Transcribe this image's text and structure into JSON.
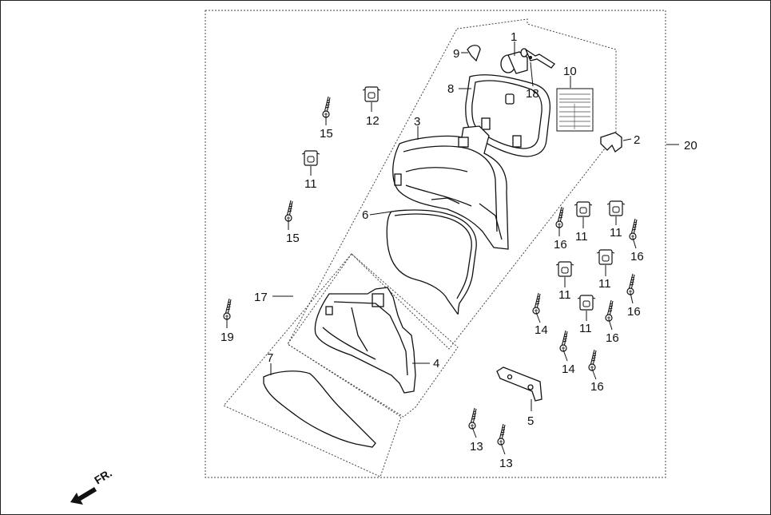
{
  "labels": {
    "p1": "1",
    "p2": "2",
    "p3": "3",
    "p4": "4",
    "p5": "5",
    "p6": "6",
    "p7": "7",
    "p8": "8",
    "p9": "9",
    "p10": "10",
    "p11a": "11",
    "p11b": "11",
    "p11c": "11",
    "p11d": "11",
    "p11e": "11",
    "p11f": "11",
    "p12": "12",
    "p13a": "13",
    "p13b": "13",
    "p14a": "14",
    "p14b": "14",
    "p15a": "15",
    "p15b": "15",
    "p16a": "16",
    "p16b": "16",
    "p16c": "16",
    "p16d": "16",
    "p16e": "16",
    "p17": "17",
    "p18": "18",
    "p19": "19",
    "p20": "20"
  },
  "direction_label": "FR."
}
